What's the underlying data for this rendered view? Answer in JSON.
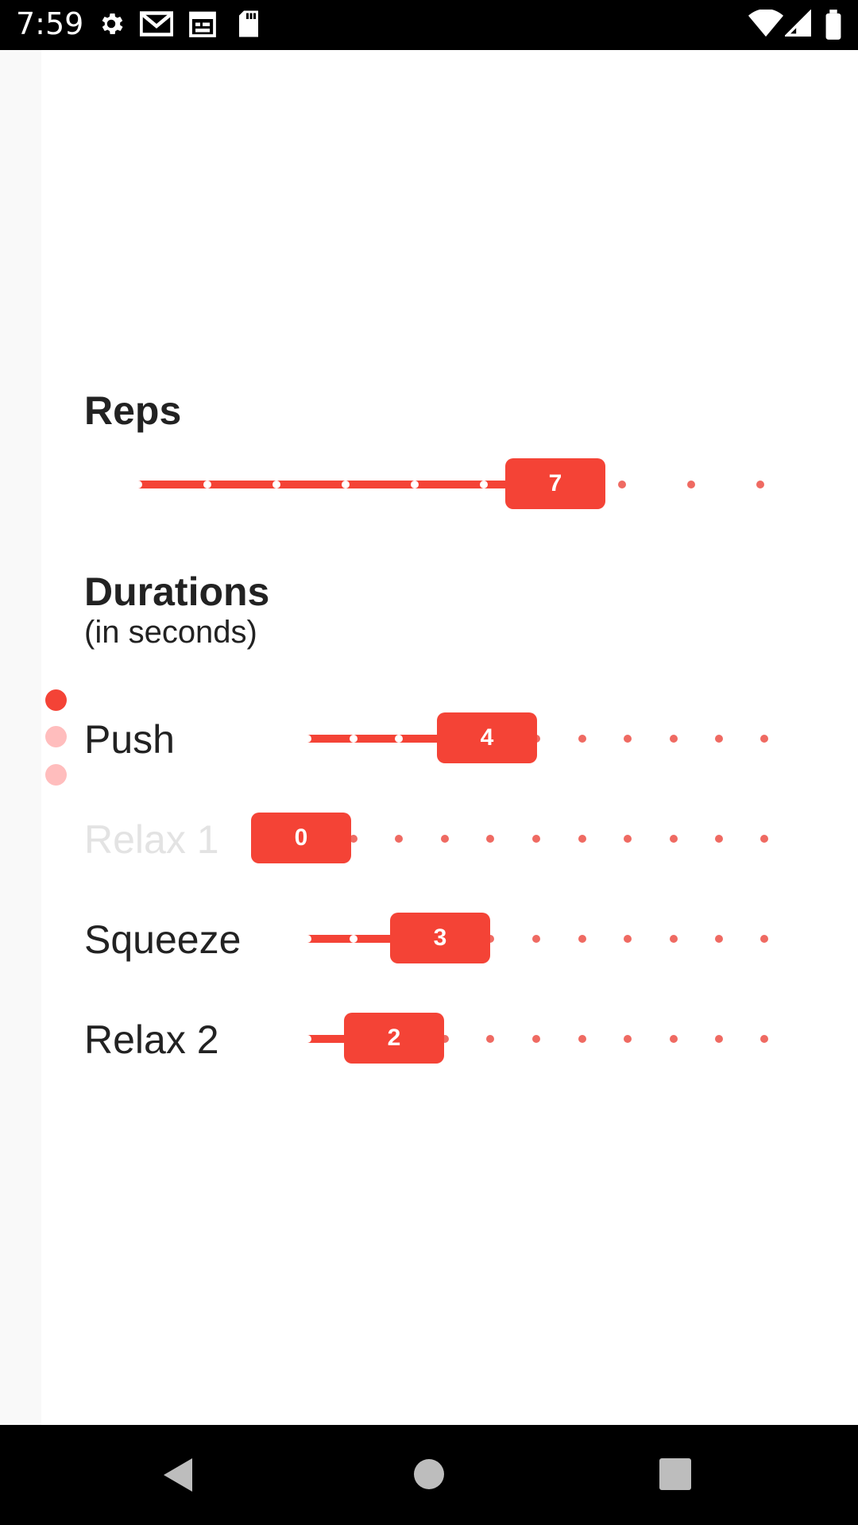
{
  "status_bar": {
    "time": "7:59",
    "left_icons": [
      "gear-icon",
      "gmail-icon",
      "calendar-icon",
      "sd-card-icon"
    ],
    "right_icons": [
      "wifi-icon",
      "cell-signal-icon",
      "battery-icon"
    ]
  },
  "page_indicator": {
    "count": 3,
    "active_index": 0
  },
  "reps": {
    "title": "Reps",
    "value": "7",
    "ticks": 10
  },
  "durations": {
    "title": "Durations",
    "subtitle": "(in seconds)",
    "rows": [
      {
        "label": "Push",
        "value": "4",
        "ticks": 11,
        "enabled": true
      },
      {
        "label": "Relax 1",
        "value": "0",
        "ticks": 11,
        "enabled": false
      },
      {
        "label": "Squeeze",
        "value": "3",
        "ticks": 11,
        "enabled": true
      },
      {
        "label": "Relax 2",
        "value": "2",
        "ticks": 11,
        "enabled": true
      }
    ]
  },
  "nav_bar": {
    "buttons": [
      "back-icon",
      "home-icon",
      "recents-icon"
    ]
  },
  "colors": {
    "accent": "#f44336",
    "tick_inactive": "#ef6a62",
    "text": "#222222",
    "disabled_text": "#e3e3e3",
    "page_dot_active": "#f44336",
    "page_dot_inactive": "#ffbdbd"
  }
}
